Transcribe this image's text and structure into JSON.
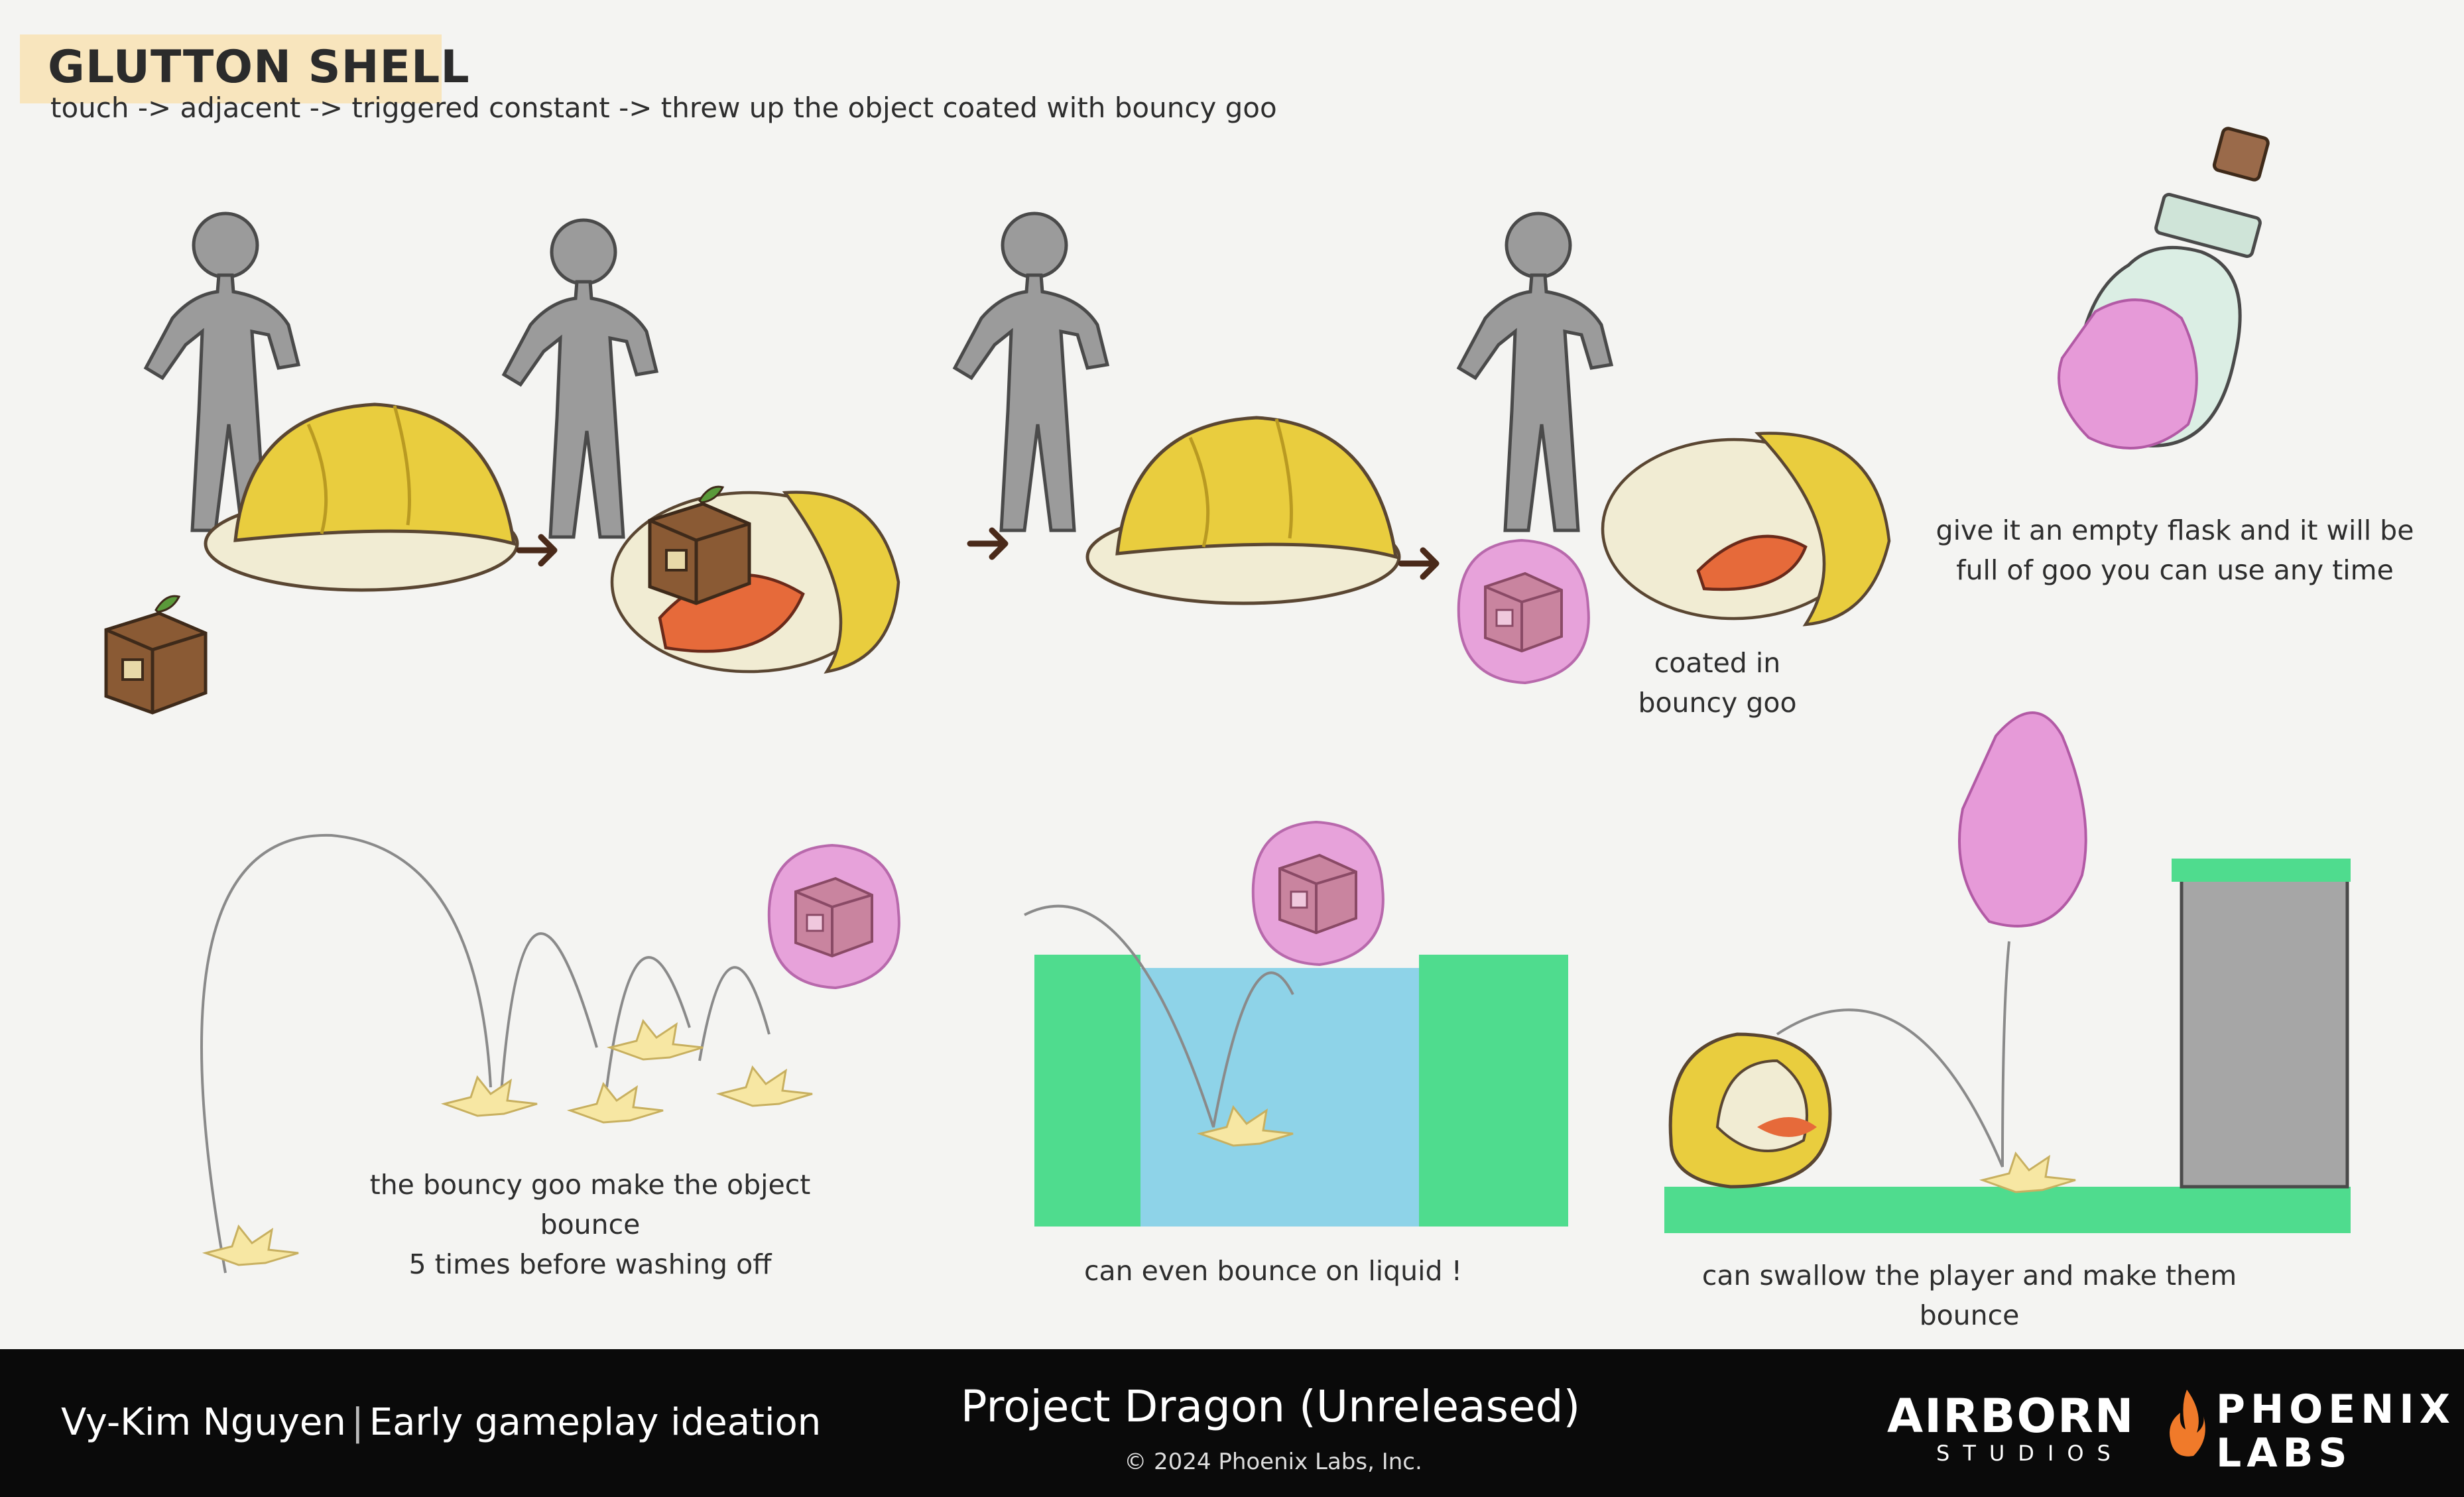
{
  "header": {
    "title": "GLUTTON SHELL",
    "subtitle": "touch -> adjacent -> triggered constant -> threw up the object coated with bouncy goo"
  },
  "captions": {
    "coated": "coated in\nbouncy goo",
    "flask": "give it an empty flask and it will be\nfull of goo you can use any time",
    "bounce": "the bouncy goo make the object bounce\n5 times before washing off",
    "liquid": "can even bounce on liquid !",
    "swallow": "can swallow the player and make them bounce"
  },
  "footer": {
    "artist": "Vy-Kim Nguyen",
    "separator": "|",
    "role": "Early gameplay ideation",
    "project": "Project Dragon (Unreleased)",
    "copyright": "© 2024 Phoenix Labs, Inc.",
    "airborn_line1": "AIRBORN",
    "airborn_line2": "STUDIOS",
    "phoenix_line1": "PHOENIX",
    "phoenix_line2": "LABS"
  },
  "colors": {
    "title_highlight": "#f8e5bd",
    "shell_yellow": "#e9cd3e",
    "goo_pink": "#e69ad8",
    "grass_green": "#4fdc8e",
    "water_blue": "#8ed3e8",
    "figure_gray": "#9b9b9b",
    "footer_bg": "#0a0a0a",
    "phoenix_flame": "#f07a2a"
  }
}
